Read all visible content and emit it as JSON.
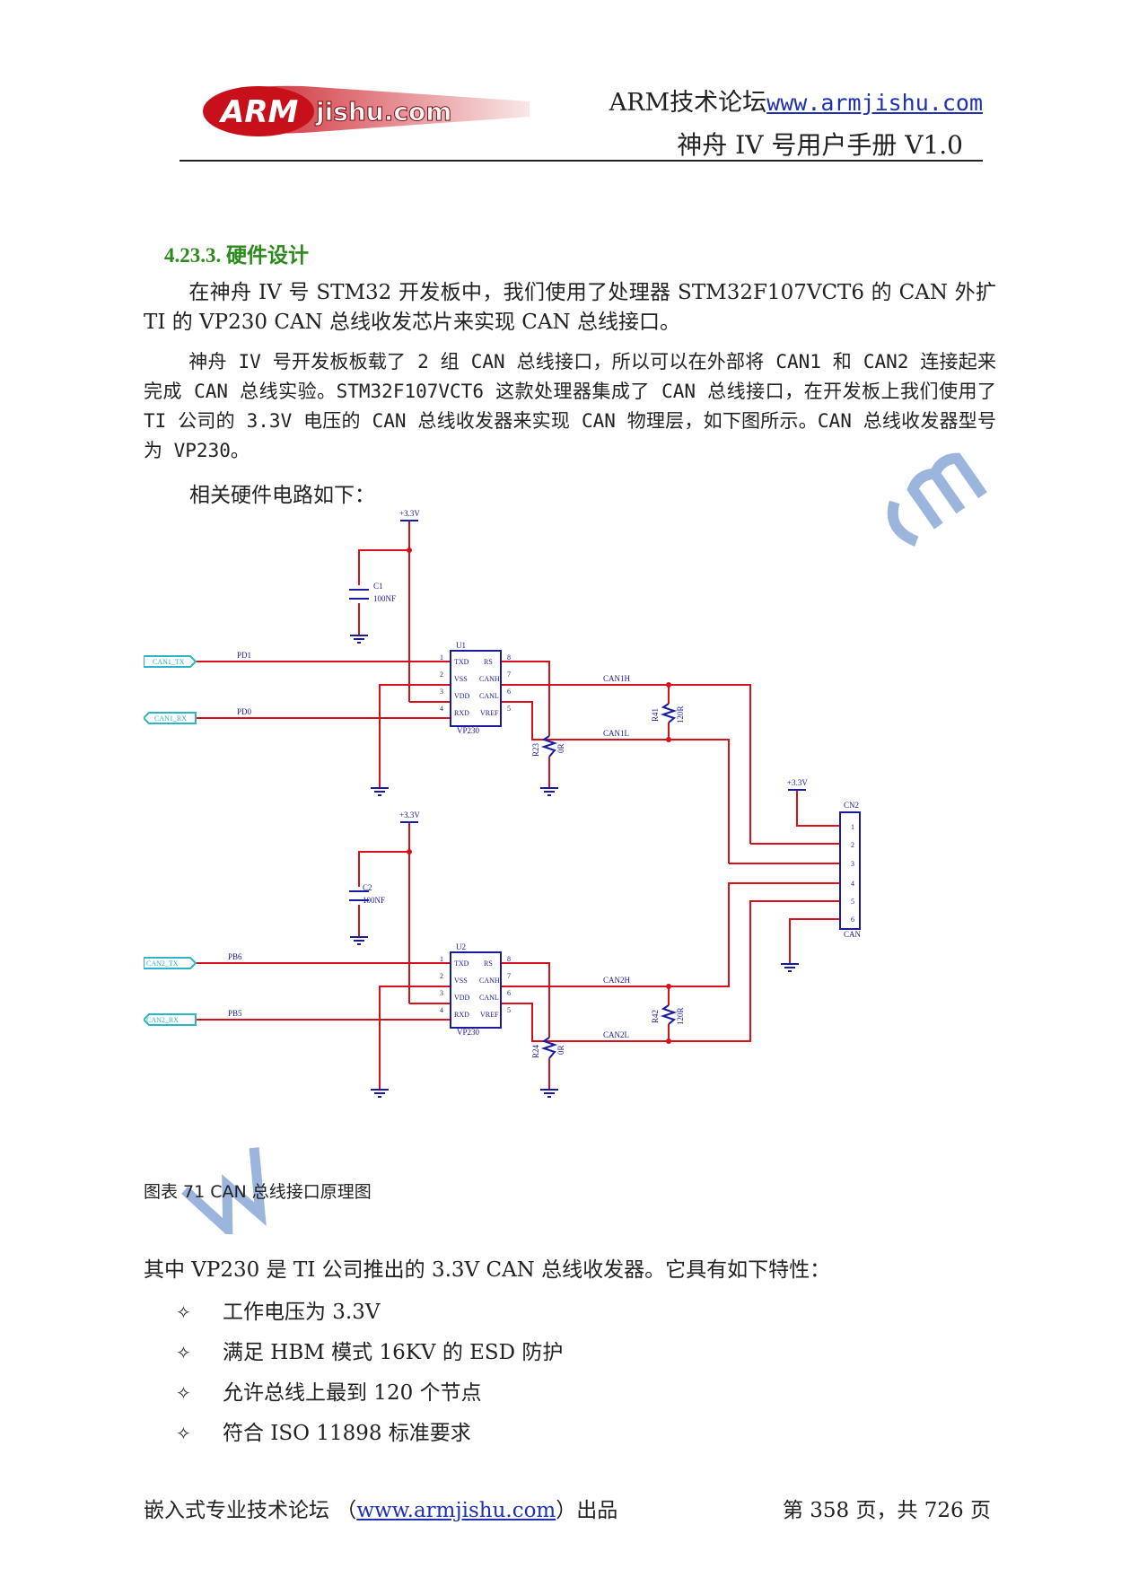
{
  "header": {
    "logo_text": "ARM jishu.com",
    "forum_label": "ARM技术论坛",
    "forum_url": "www.armjishu.com",
    "manual_title": "神舟 IV 号用户手册 V1.0"
  },
  "section": {
    "heading": "4.23.3. 硬件设计"
  },
  "paragraphs": {
    "p1": "在神舟 IV 号 STM32 开发板中，我们使用了处理器 STM32F107VCT6 的 CAN 外扩 TI 的 VP230 CAN 总线收发芯片来实现 CAN 总线接口。",
    "p2": "神舟 IV 号开发板板载了 2 组 CAN 总线接口，所以可以在外部将 CAN1 和 CAN2 连接起来完成 CAN 总线实验。STM32F107VCT6 这款处理器集成了 CAN 总线接口，在开发板上我们使用了 TI 公司的 3.3V 电压的 CAN 总线收发器来实现 CAN 物理层，如下图所示。CAN 总线收发器型号为 VP230。",
    "p3": "相关硬件电路如下：",
    "p4": "其中 VP230 是 TI 公司推出的 3.3V CAN 总线收发器。它具有如下特性："
  },
  "schematic": {
    "power_label": "+3.3V",
    "c1_ref": "C1",
    "c1_val": "100NF",
    "c2_ref": "C2",
    "c2_val": "100NF",
    "u1_ref": "U1",
    "u2_ref": "U2",
    "ic_part": "VP230",
    "ic_left_pins": [
      "TXD",
      "VSS",
      "VDD",
      "RXD"
    ],
    "ic_right_pins": [
      "RS",
      "CANH",
      "CANL",
      "VREF"
    ],
    "pin_nums_left": [
      "1",
      "2",
      "3",
      "4"
    ],
    "pin_nums_right": [
      "8",
      "7",
      "6",
      "5"
    ],
    "can1_tx": "CAN1_TX",
    "can1_rx": "CAN1_RX",
    "can2_tx": "CAN2_TX",
    "can2_rx": "CAN2_RX",
    "pd1": "PD1",
    "pd0": "PD0",
    "pb6": "PB6",
    "pb5": "PB5",
    "can1h": "CAN1H",
    "can1l": "CAN1L",
    "can2h": "CAN2H",
    "can2l": "CAN2L",
    "r41_ref": "R41",
    "r41_val": "120R",
    "r42_ref": "R42",
    "r42_val": "120R",
    "r23_ref": "R23",
    "r23_val": "0R",
    "r24_ref": "R24",
    "r24_val": "0R",
    "cn2_ref": "CN2",
    "cn2_name": "CAN",
    "cn2_pins": [
      "1",
      "2",
      "3",
      "4",
      "5",
      "6"
    ]
  },
  "caption": "图表 71 CAN 总线接口原理图",
  "features": [
    "工作电压为 3.3V",
    "满足 HBM 模式 16KV 的 ESD 防护",
    "允许总线上最到 120 个节点",
    "符合 ISO 11898 标准要求"
  ],
  "bullet_glyph": "✧",
  "footer": {
    "left_prefix": "嵌入式专业技术论坛 （",
    "left_url": "www.armjishu.com",
    "left_suffix": "）出品",
    "page_info": "第 358 页，共 726 页"
  },
  "colors": {
    "wire": "#d8101a",
    "component": "#1a1aa0",
    "net_label": "#2ab6c8",
    "heading": "#2b8a1c",
    "link": "#1f30b3"
  }
}
